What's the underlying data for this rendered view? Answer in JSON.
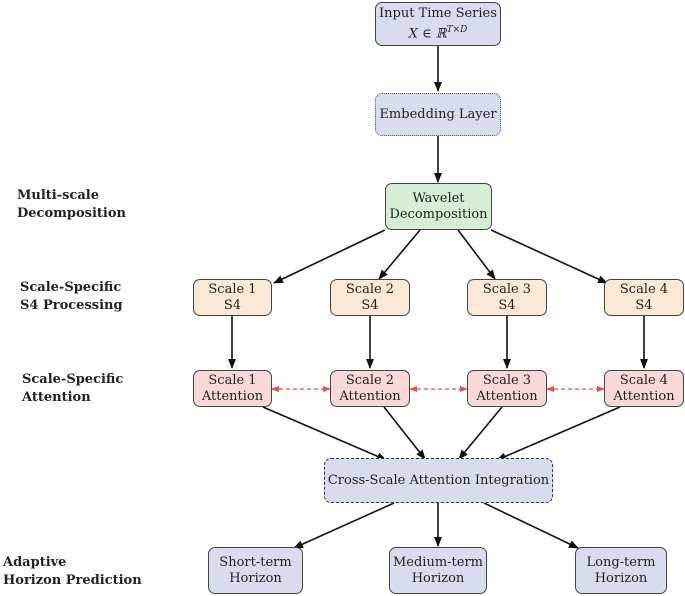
{
  "nodes": {
    "input": {
      "line1": "Input Time Series",
      "line2": "X ∈ ℝ",
      "sup": "T×D"
    },
    "embedding": {
      "label": "Embedding Layer"
    },
    "wavelet": {
      "line1": "Wavelet",
      "line2": "Decomposition"
    },
    "s4": [
      {
        "line1": "Scale 1",
        "line2": "S4"
      },
      {
        "line1": "Scale 2",
        "line2": "S4"
      },
      {
        "line1": "Scale 3",
        "line2": "S4"
      },
      {
        "line1": "Scale 4",
        "line2": "S4"
      }
    ],
    "attention": [
      {
        "line1": "Scale 1",
        "line2": "Attention"
      },
      {
        "line1": "Scale 2",
        "line2": "Attention"
      },
      {
        "line1": "Scale 3",
        "line2": "Attention"
      },
      {
        "line1": "Scale 4",
        "line2": "Attention"
      }
    ],
    "cross": {
      "label": "Cross-Scale Attention Integration"
    },
    "horizons": [
      {
        "line1": "Short-term",
        "line2": "Horizon"
      },
      {
        "line1": "Medium-term",
        "line2": "Horizon"
      },
      {
        "line1": "Long-term",
        "line2": "Horizon"
      }
    ]
  },
  "side_labels": {
    "decomposition": {
      "line1": "Multi-scale",
      "line2": "Decomposition"
    },
    "s4": {
      "line1": "Scale-Specific",
      "line2": "S4 Processing"
    },
    "attention": {
      "line1": "Scale-Specific",
      "line2": "Attention"
    },
    "prediction": {
      "line1": "Adaptive",
      "line2": "Horizon Prediction"
    }
  },
  "colors": {
    "purple": "#d9dcee",
    "green": "#d7eed6",
    "orange": "#fbe9d6",
    "red": "#f8d9d7",
    "cross_link": "#e05050"
  }
}
